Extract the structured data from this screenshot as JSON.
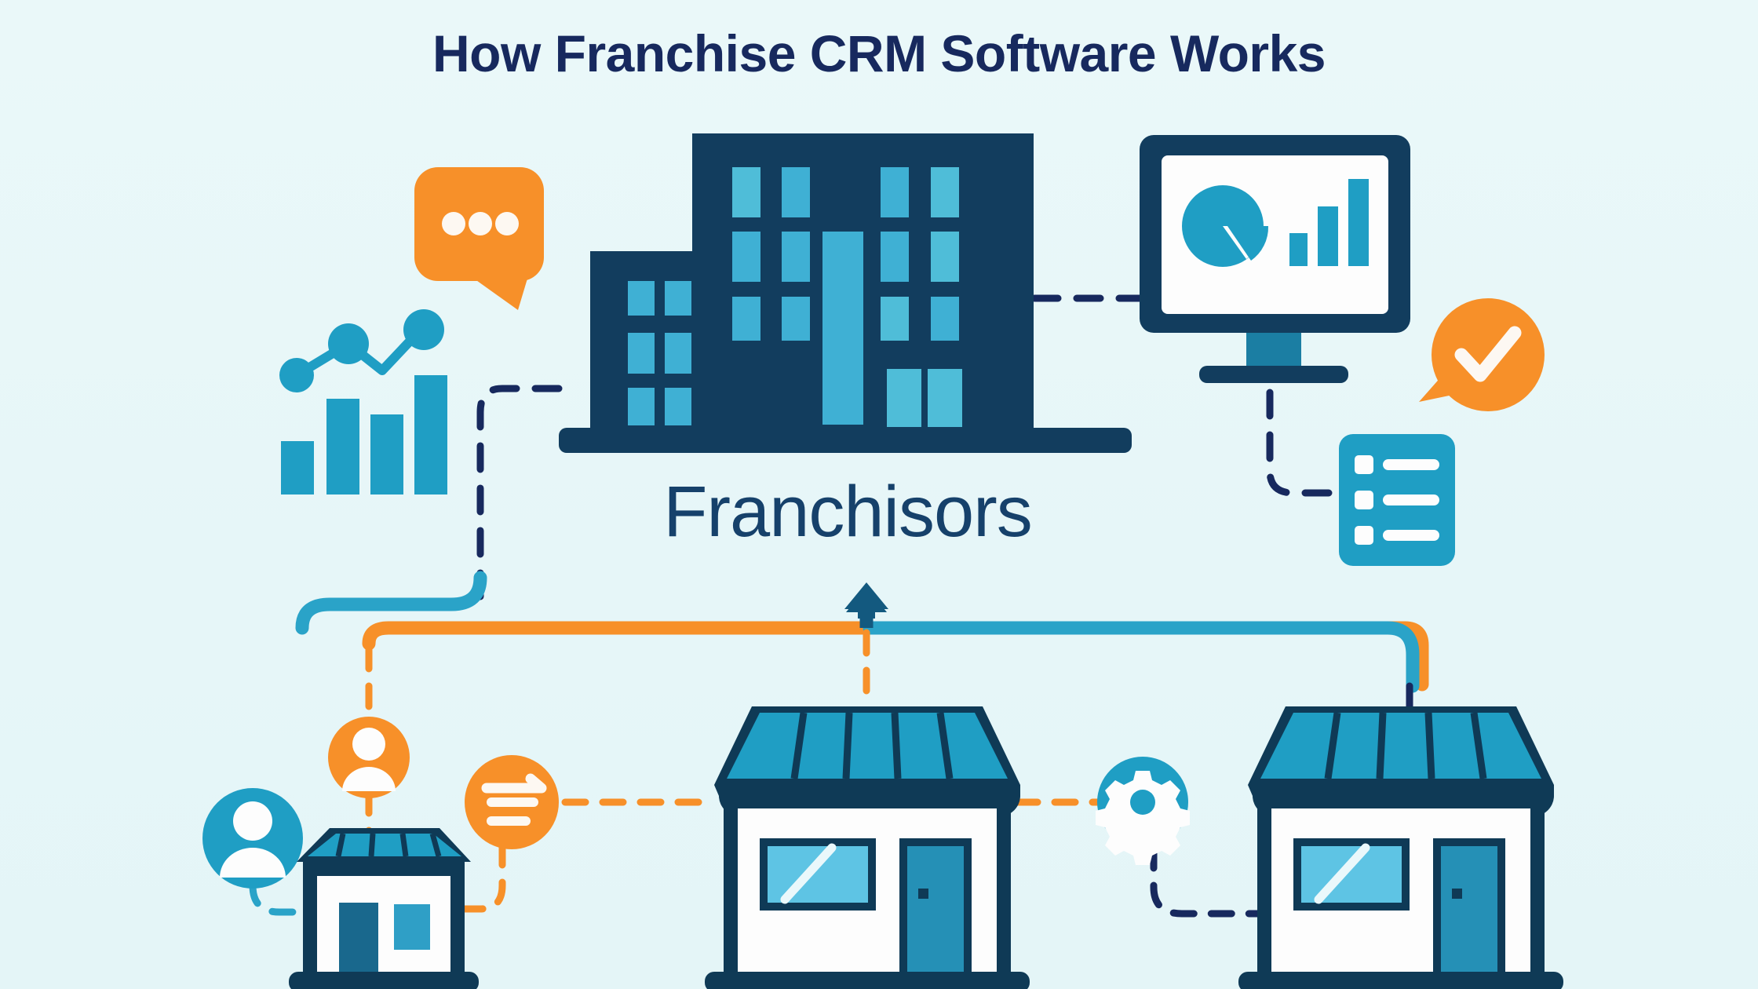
{
  "page": {
    "title": "How Franchise CRM Software Works",
    "background_color": "#e8f7f8"
  },
  "palette": {
    "navy": "#17295e",
    "dark_blue": "#123d5e",
    "deep_blue": "#0f3a56",
    "teal": "#1f9ec4",
    "teal_dark": "#1b87ab",
    "light_blue": "#59c3e3",
    "sky": "#7fd2ee",
    "orange": "#f79029",
    "white": "#ffffff",
    "label_navy": "#16416b"
  },
  "center_node": {
    "label": "Franchisors",
    "icon": "office-building-icon"
  },
  "top_icons": [
    {
      "name": "chat-bubble-icon",
      "shape": "rounded-bubble",
      "color": "#f79029",
      "detail": "three white dots"
    },
    {
      "name": "bar-chart-growth-icon",
      "shape": "bars-with-trendline",
      "color": "#1f9ec4",
      "bars": 4,
      "dots": 3
    },
    {
      "name": "analytics-monitor-icon",
      "shape": "desktop-monitor",
      "color": "#123d5e",
      "detail": "pie chart and three bars"
    },
    {
      "name": "check-bubble-icon",
      "shape": "circle-bubble",
      "color": "#f79029",
      "detail": "white checkmark"
    },
    {
      "name": "checklist-icon",
      "shape": "rounded-card",
      "color": "#1f9ec4",
      "rows": 3
    }
  ],
  "bottom_icons": [
    {
      "name": "user-teal-icon",
      "shape": "circle-avatar",
      "color": "#1f9ec4"
    },
    {
      "name": "user-orange-icon",
      "shape": "circle-avatar",
      "color": "#f79029"
    },
    {
      "name": "document-list-icon",
      "shape": "circle-lines",
      "color": "#f79029",
      "rows": 3
    },
    {
      "name": "gear-settings-icon",
      "shape": "circle-gear",
      "color": "#1f9ec4",
      "teeth": 6
    }
  ],
  "storefronts": [
    {
      "name": "storefront-small-left",
      "size": "small",
      "awning_stripes": 4
    },
    {
      "name": "storefront-center",
      "size": "large",
      "awning_stripes": 5
    },
    {
      "name": "storefront-right",
      "size": "large",
      "awning_stripes": 5
    }
  ],
  "connectors": [
    {
      "name": "connector-building-to-monitor",
      "style": "dashed",
      "color": "#17295e"
    },
    {
      "name": "connector-monitor-to-checklist",
      "style": "dashed",
      "color": "#17295e"
    },
    {
      "name": "connector-building-to-chart",
      "style": "dashed",
      "color": "#17295e"
    },
    {
      "name": "connector-teal-bus-left",
      "style": "solid",
      "color": "#1f9ec4"
    },
    {
      "name": "connector-orange-bus",
      "style": "solid",
      "color": "#f79029"
    },
    {
      "name": "connector-teal-bus-right",
      "style": "solid",
      "color": "#1f9ec4"
    },
    {
      "name": "connector-up-arrow-to-franchisors",
      "style": "arrow",
      "color": "#13597f"
    },
    {
      "name": "connector-orange-dashed-vertical-center",
      "style": "dashed",
      "color": "#f79029"
    },
    {
      "name": "connector-orange-dashed-stores",
      "style": "dashed",
      "color": "#f79029"
    },
    {
      "name": "connector-teal-dashed-left",
      "style": "dashed",
      "color": "#1f9ec4"
    },
    {
      "name": "connector-navy-dashed-right",
      "style": "dashed",
      "color": "#17295e"
    }
  ]
}
